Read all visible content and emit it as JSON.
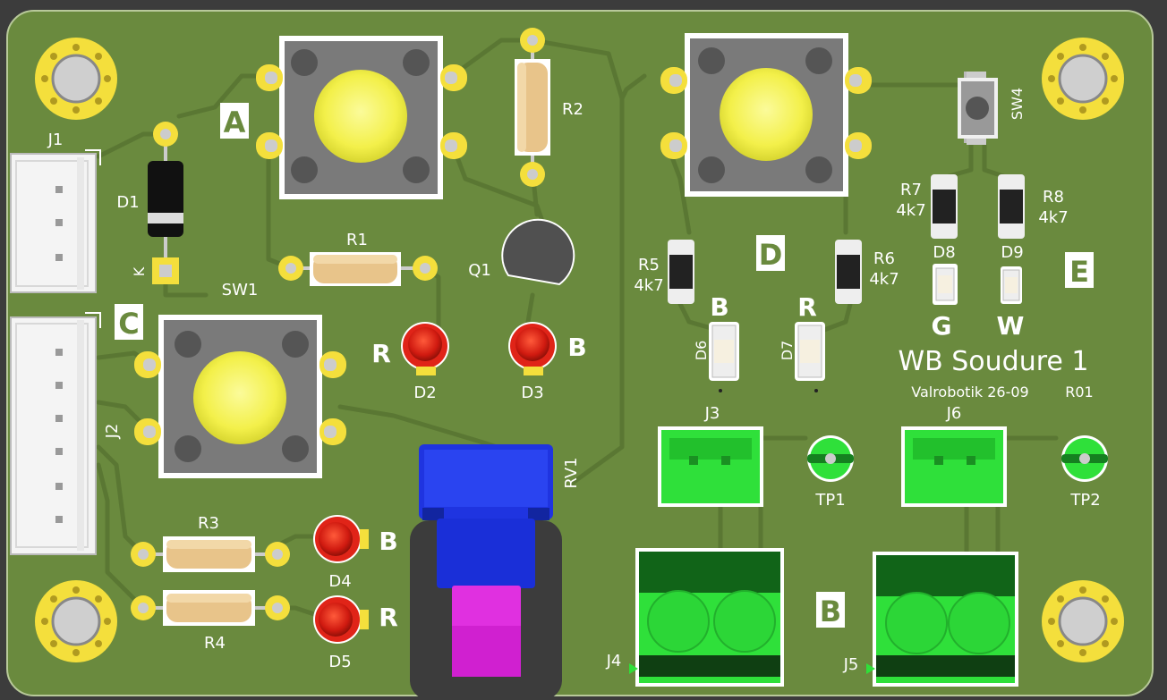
{
  "board": {
    "title": "WB Soudure 1",
    "subtitle": "Valrobotik 26-09",
    "revision": "R01",
    "colors": {
      "pcb": "#6a8a3e",
      "trace": "#5f7c36",
      "pad": "#f4df3c",
      "silk": "#ffffff",
      "button_cap": "#f7f55c",
      "led_red": "#e02418",
      "connector_green": "#2fe03a",
      "pot_blue": "#1f34e0",
      "pot_shaft": "#e030e0"
    }
  },
  "section_labels": {
    "a": "A",
    "b": "B",
    "c": "C",
    "d": "D",
    "e": "E"
  },
  "refs": {
    "j1": "J1",
    "j2": "J2",
    "j3": "J3",
    "j4": "J4",
    "j5": "J5",
    "j6": "J6",
    "d1": "D1",
    "d2": "D2",
    "d3": "D3",
    "d4": "D4",
    "d5": "D5",
    "d6": "D6",
    "d7": "D7",
    "d8": "D8",
    "d9": "D9",
    "sw1": "SW1",
    "sw4": "SW4",
    "r1": "R1",
    "r2": "R2",
    "r3": "R3",
    "r4": "R4",
    "r5": "R5",
    "r6": "R6",
    "r7": "R7",
    "r8": "R8",
    "q1": "Q1",
    "rv1": "RV1",
    "tp1": "TP1",
    "tp2": "TP2",
    "k": "K"
  },
  "values": {
    "r5": "4k7",
    "r6": "4k7",
    "r7": "4k7",
    "r8": "4k7"
  },
  "led_colors": {
    "d2": "R",
    "d3": "B",
    "d4": "B",
    "d5": "R",
    "d6": "B",
    "d7": "R",
    "d8": "G",
    "d9": "W"
  }
}
